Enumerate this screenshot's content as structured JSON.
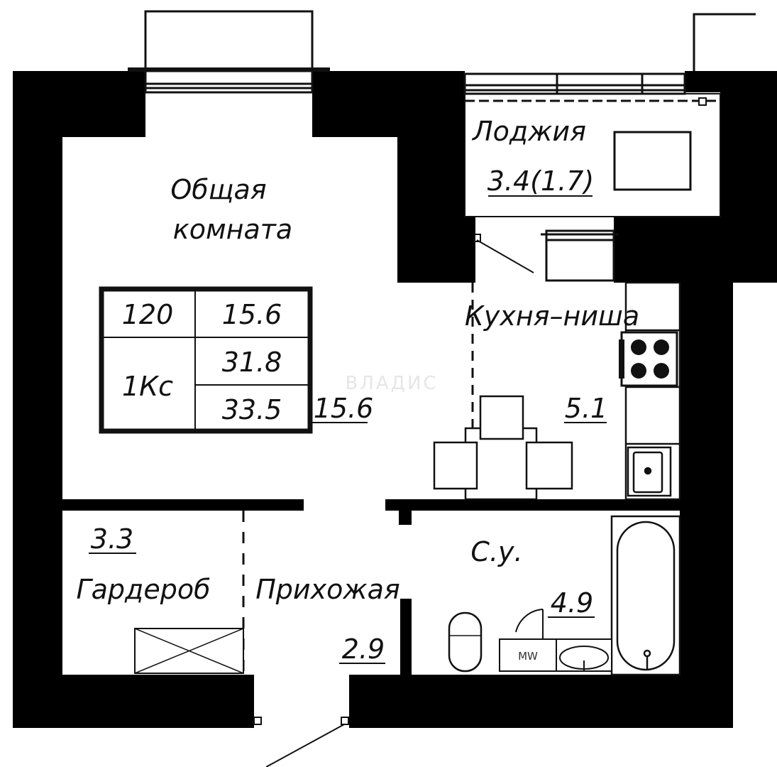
{
  "rooms": {
    "living": {
      "name_line1": "Общая",
      "name_line2": "комната",
      "area": "15.6"
    },
    "loggia": {
      "name": "Лоджия",
      "area": "3.4(1.7)"
    },
    "kitchen": {
      "name": "Кухня–ниша",
      "area": "5.1"
    },
    "wardrobe": {
      "name": "Гардероб",
      "area": "3.3"
    },
    "hallway": {
      "name": "Прихожая",
      "area": "2.9"
    },
    "bathroom": {
      "name": "С.у.",
      "area": "4.9"
    }
  },
  "info_table": {
    "number": "120",
    "type": "1Кс",
    "living_area": "15.6",
    "total_area": "31.8",
    "area_with_loggia": "33.5"
  },
  "fixtures": {
    "washer_label": "MW"
  },
  "watermark": "ВЛАДИС",
  "colors": {
    "wall": "#000000",
    "line": "#111111",
    "background": "#ffffff"
  }
}
